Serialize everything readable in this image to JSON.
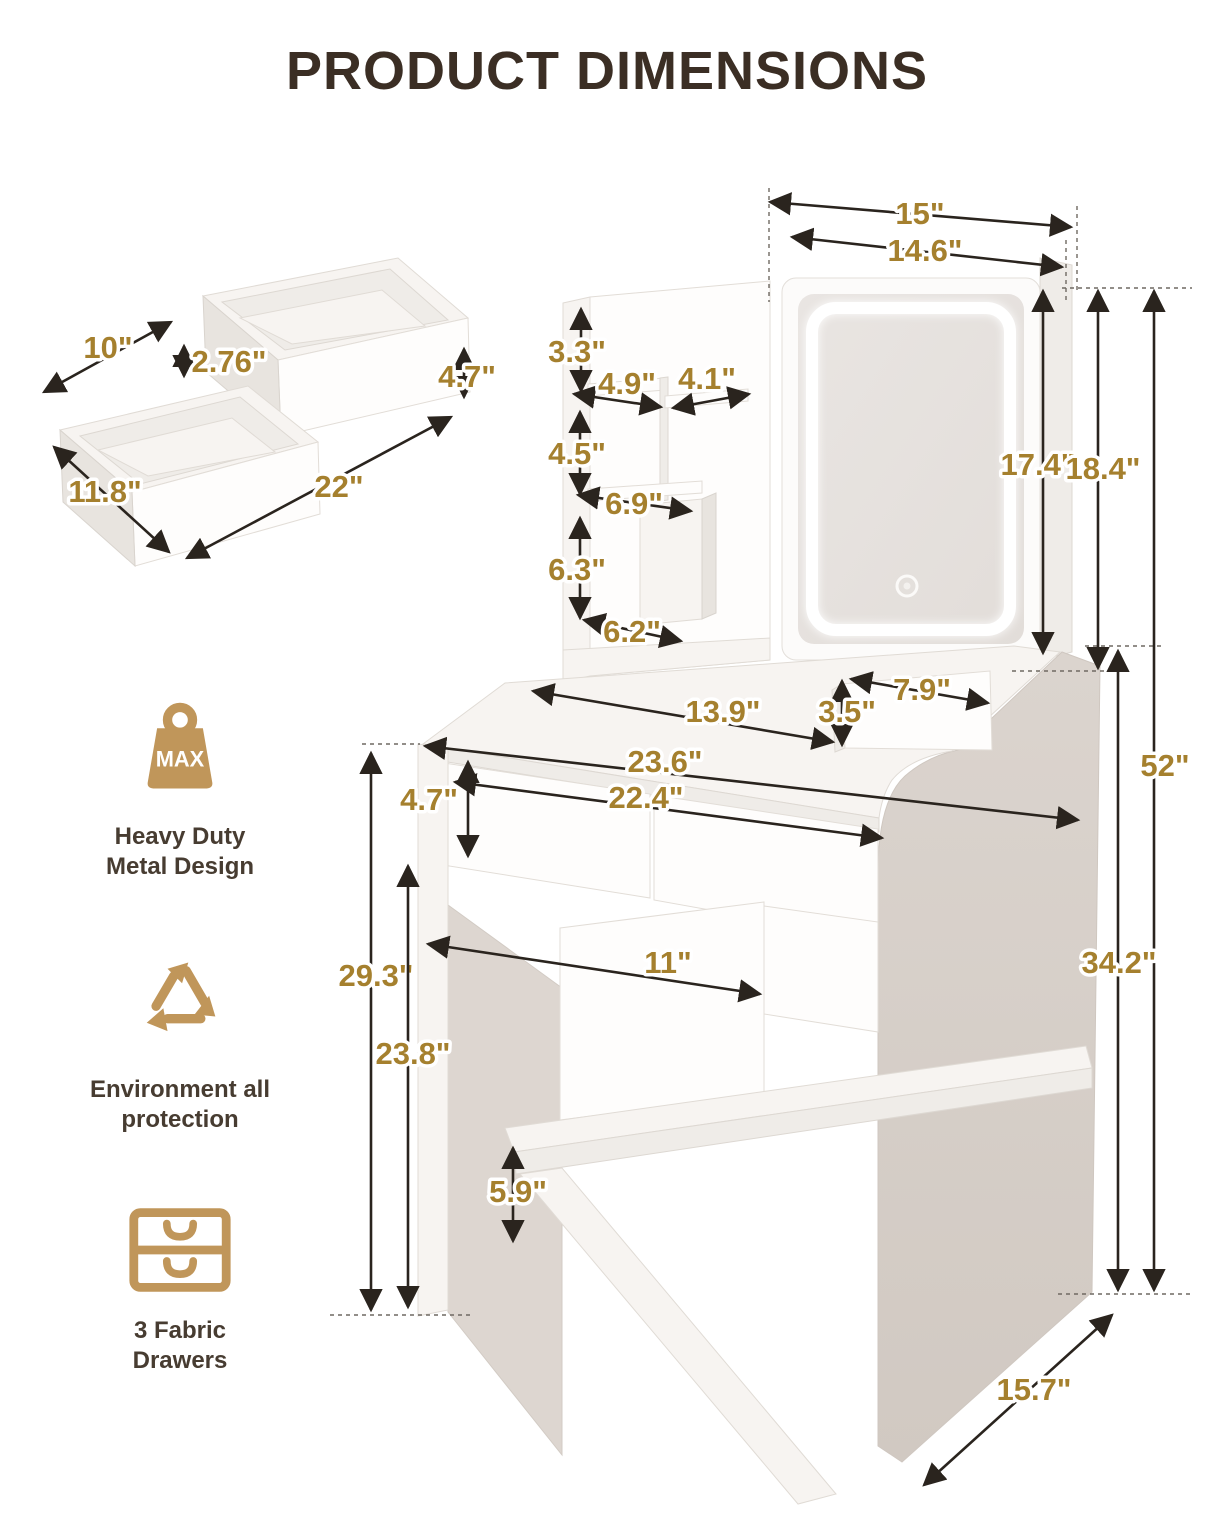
{
  "title": "PRODUCT DIMENSIONS",
  "colors": {
    "accent_gold": "#a5802e",
    "icon_gold": "#c0965a",
    "arrow_dark": "#2a241e",
    "title_brown": "#3b2e24"
  },
  "inset": {
    "d10": "10\"",
    "d2_76": "2.76\"",
    "d4_7": "4.7\"",
    "d11_8": "11.8\"",
    "d22": "22\""
  },
  "features": [
    {
      "badge": "MAX",
      "line1": "Heavy Duty",
      "line2": "Metal Design"
    },
    {
      "line1": "Environment all",
      "line2": "protection"
    },
    {
      "line1": "3 Fabric",
      "line2": "Drawers"
    }
  ],
  "dims": {
    "d15": "15\"",
    "d14_6": "14.6\"",
    "d3_3": "3.3\"",
    "d4_9": "4.9\"",
    "d4_1": "4.1\"",
    "d4_5": "4.5\"",
    "d6_9": "6.9\"",
    "d6_3": "6.3\"",
    "d6_2": "6.2\"",
    "d17_4": "17.4\"",
    "d18_4": "18.4\"",
    "d52": "52\"",
    "d7_9": "7.9\"",
    "d3_5": "3.5\"",
    "d13_9": "13.9\"",
    "d23_6": "23.6\"",
    "d22_4": "22.4\"",
    "d4_7": "4.7\"",
    "d11": "11\"",
    "d29_3": "29.3\"",
    "d23_8": "23.8\"",
    "d5_9": "5.9\"",
    "d34_2": "34.2\"",
    "d15_7": "15.7\""
  }
}
